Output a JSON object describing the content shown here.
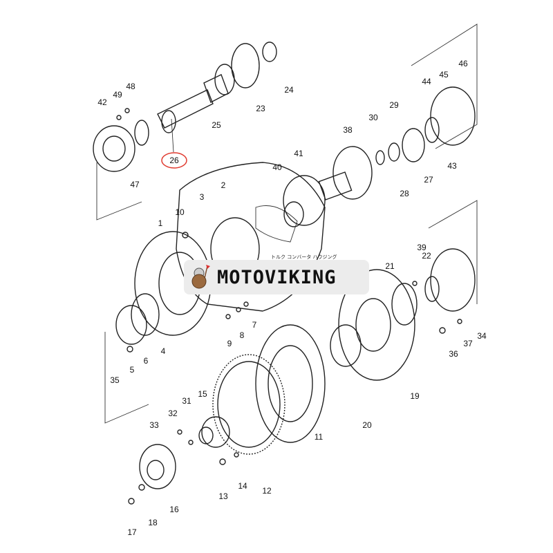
{
  "diagram": {
    "caption_jp": "トルク コンバータ ハウジング",
    "highlighted_part": "26",
    "highlight_color": "#e03a2f",
    "labels": [
      "42",
      "49",
      "48",
      "26",
      "47",
      "25",
      "23",
      "24",
      "46",
      "45",
      "44",
      "30",
      "29",
      "38",
      "41",
      "40",
      "28",
      "27",
      "43",
      "10",
      "3",
      "2",
      "1",
      "22",
      "39",
      "21",
      "34",
      "37",
      "36",
      "9",
      "8",
      "7",
      "4",
      "6",
      "5",
      "35",
      "19",
      "20",
      "11",
      "31",
      "15",
      "32",
      "33",
      "12",
      "14",
      "13",
      "16",
      "18",
      "17"
    ]
  },
  "watermark": {
    "brand": "MOTOVIKING"
  }
}
